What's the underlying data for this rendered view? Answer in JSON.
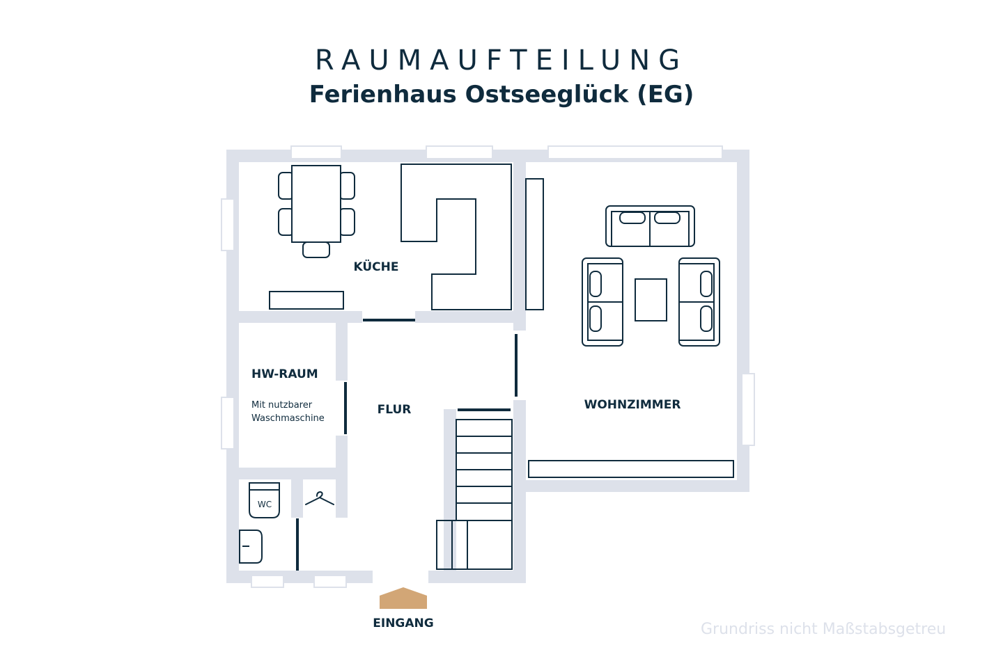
{
  "header": {
    "title": "RAUMAUFTEILUNG",
    "subtitle": "Ferienhaus Ostseeglück (EG)"
  },
  "rooms": {
    "kueche": "KÜCHE",
    "hw_raum": "HW-RAUM",
    "hw_note_line1": "Mit nutzbarer",
    "hw_note_line2": "Waschmaschine",
    "flur": "FLUR",
    "wohnzimmer": "WOHNZIMMER",
    "wc": "WC"
  },
  "entrance": {
    "label": "EINGANG"
  },
  "footer": {
    "note": "Grundriss nicht Maßstabsgetreu"
  },
  "colors": {
    "wall": "#dde1ea",
    "line": "#0f2b3d",
    "entrance_marker": "#d2a676"
  }
}
